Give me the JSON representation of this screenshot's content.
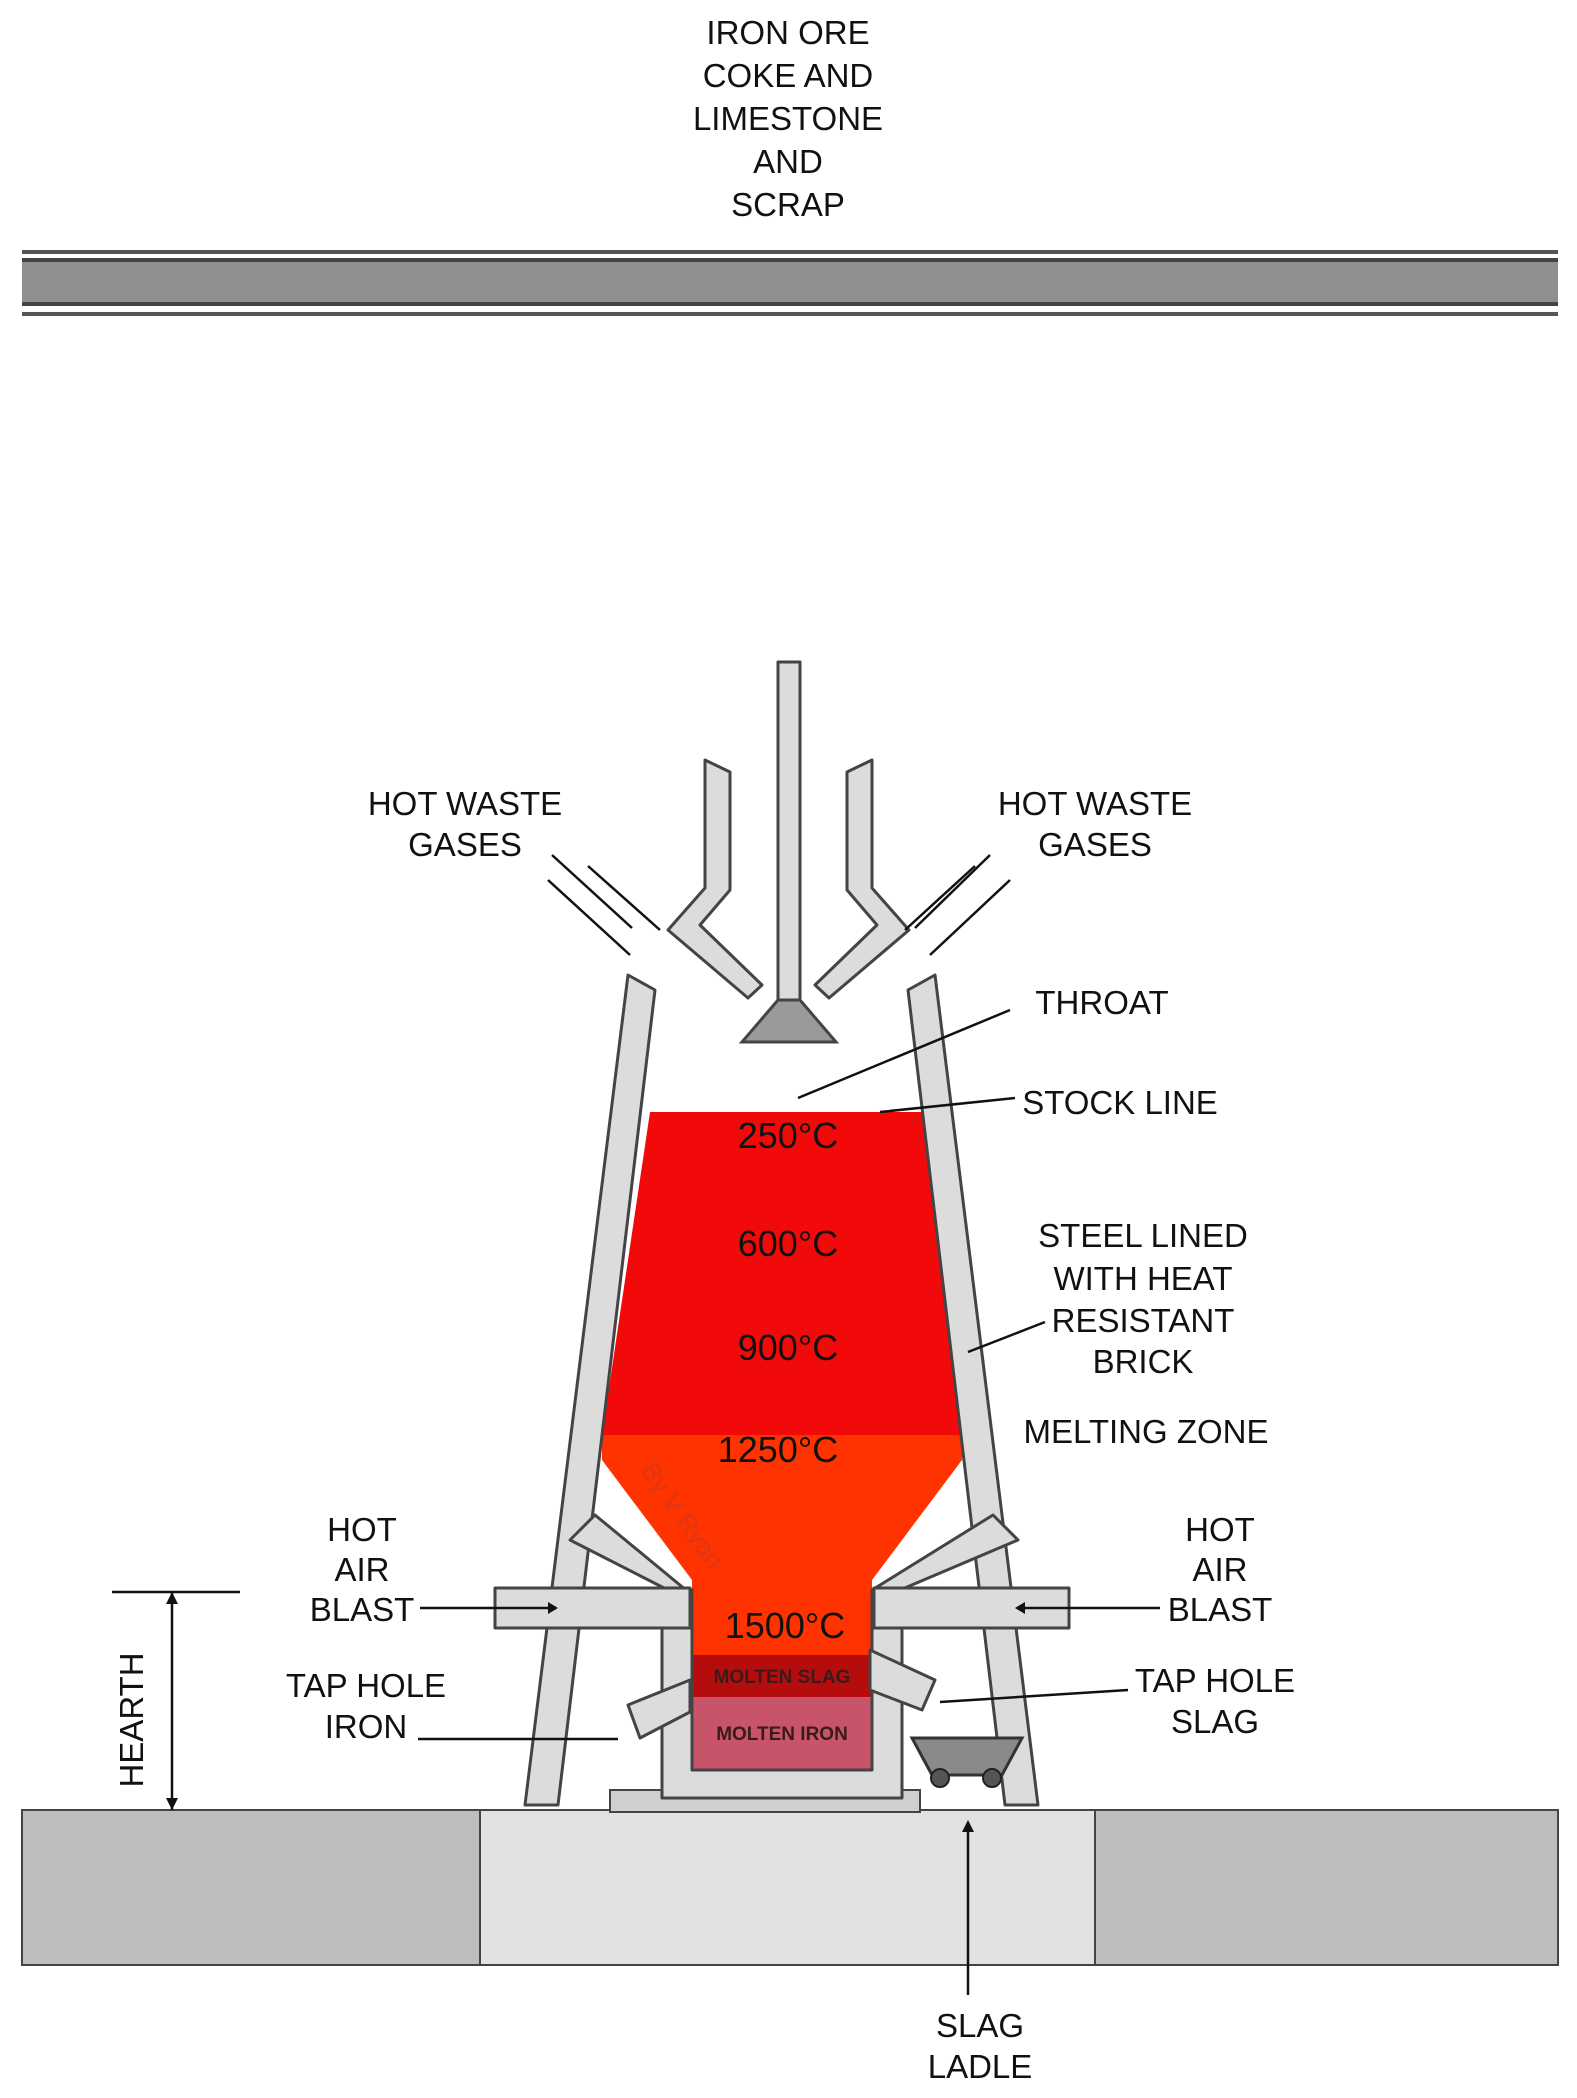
{
  "labels": {
    "charge_line1": "IRON ORE",
    "charge_line2": "COKE AND",
    "charge_line3": "LIMESTONE",
    "charge_line4": "AND",
    "charge_line5": "SCRAP",
    "gases_left_1": "HOT WASTE",
    "gases_left_2": "GASES",
    "gases_right_1": "HOT WASTE",
    "gases_right_2": "GASES",
    "throat": "THROAT",
    "stock_line": "STOCK LINE",
    "lining_1": "STEEL LINED",
    "lining_2": "WITH HEAT",
    "lining_3": "RESISTANT",
    "lining_4": "BRICK",
    "melting_zone": "MELTING ZONE",
    "air_left_1": "HOT",
    "air_left_2": "AIR",
    "air_left_3": "BLAST",
    "air_right_1": "HOT",
    "air_right_2": "AIR",
    "air_right_3": "BLAST",
    "tap_iron_1": "TAP HOLE",
    "tap_iron_2": "IRON",
    "tap_slag_1": "TAP HOLE",
    "tap_slag_2": "SLAG",
    "hearth": "HEARTH",
    "slag_ladle_1": "SLAG",
    "slag_ladle_2": "LADLE",
    "molten_slag": "MOLTEN SLAG",
    "molten_iron": "MOLTEN IRON",
    "watermark": "By V Ryan"
  },
  "temperatures": [
    "250°C",
    "600°C",
    "900°C",
    "1250°C",
    "1500°C"
  ],
  "colors": {
    "upper_zone": "#f20a0a",
    "melting_zone": "#ff3300",
    "molten_slag": "#b50d0d",
    "molten_iron": "#c8546a",
    "wall": "#dcdcdc",
    "ground": "#bdbdbd",
    "foundation": "#e2e2e2"
  }
}
